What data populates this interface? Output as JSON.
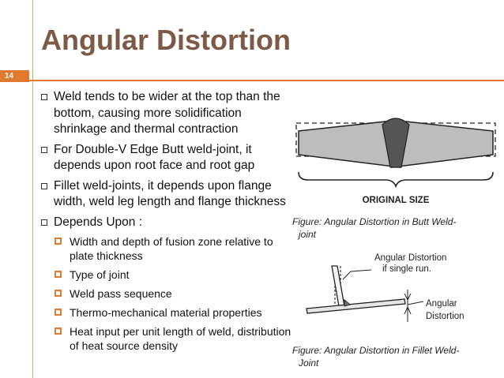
{
  "slide": {
    "number": "14",
    "title": "Angular Distortion"
  },
  "bullets": [
    {
      "text": "Weld tends to be wider at the top than the bottom, causing more solidification shrinkage and thermal contraction"
    },
    {
      "text": "For Double-V Edge Butt weld-joint, it depends upon root face and root gap"
    },
    {
      "text": "Fillet weld-joints,  it depends upon flange width, weld leg length and flange thickness"
    },
    {
      "text": "Depends Upon :"
    }
  ],
  "sub_bullets": [
    {
      "text": "Width and depth of fusion zone relative to plate thickness"
    },
    {
      "text": "Type of joint"
    },
    {
      "text": "Weld pass sequence"
    },
    {
      "text": "Thermo-mechanical material properties"
    },
    {
      "text": "Heat input per unit length of weld, distribution of heat source density"
    }
  ],
  "figure1": {
    "label": "ORIGINAL SIZE",
    "caption_line1": "Figure: Angular Distortion in Butt Weld-",
    "caption_line2": "joint"
  },
  "figure2": {
    "label_top_line1": "Angular Distortion",
    "label_top_line2": "if single run.",
    "label_side_line1": "Angular",
    "label_side_line2": "Distortion",
    "caption_line1": "Figure: Angular Distortion in Fillet Weld-",
    "caption_line2": "Joint"
  },
  "colors": {
    "title": "#7d5a45",
    "accent": "#e07a2e",
    "plate": "#bdbdbd",
    "weld": "#555555"
  }
}
